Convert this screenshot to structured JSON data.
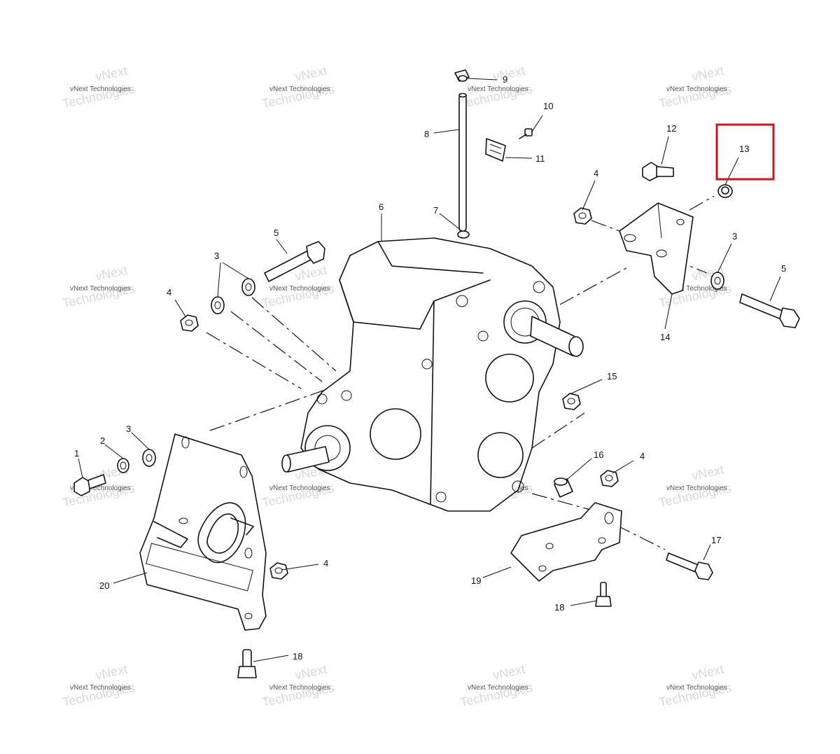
{
  "callouts": {
    "c1": "1",
    "c2": "2",
    "c3a": "3",
    "c3b": "3",
    "c3c": "3",
    "c4a": "4",
    "c4b": "4",
    "c4c": "4",
    "c4d": "4",
    "c5a": "5",
    "c5b": "5",
    "c6": "6",
    "c7": "7",
    "c8": "8",
    "c9": "9",
    "c10": "10",
    "c11": "11",
    "c12": "12",
    "c13": "13",
    "c14": "14",
    "c15": "15",
    "c16": "16",
    "c17": "17",
    "c18a": "18",
    "c18b": "18",
    "c19": "19",
    "c20": "20"
  },
  "highlight": {
    "part": "13",
    "color": "#d0141a"
  },
  "watermark": {
    "small": "vNext Technologies",
    "big": "vNext\nTechnologies"
  }
}
